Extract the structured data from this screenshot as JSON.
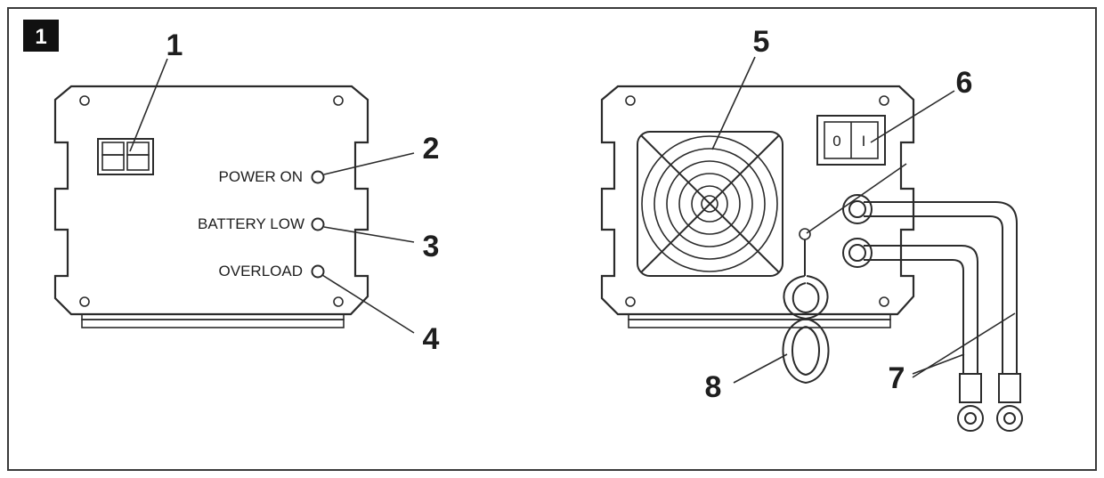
{
  "figure": {
    "badge": "1"
  },
  "front_panel": {
    "leds": [
      {
        "label": "POWER ON"
      },
      {
        "label": "BATTERY LOW"
      },
      {
        "label": "OVERLOAD"
      }
    ]
  },
  "rear_panel": {
    "switch_off": "0",
    "switch_on": "I"
  },
  "callouts": [
    "1",
    "2",
    "3",
    "4",
    "5",
    "6",
    "7",
    "8"
  ]
}
